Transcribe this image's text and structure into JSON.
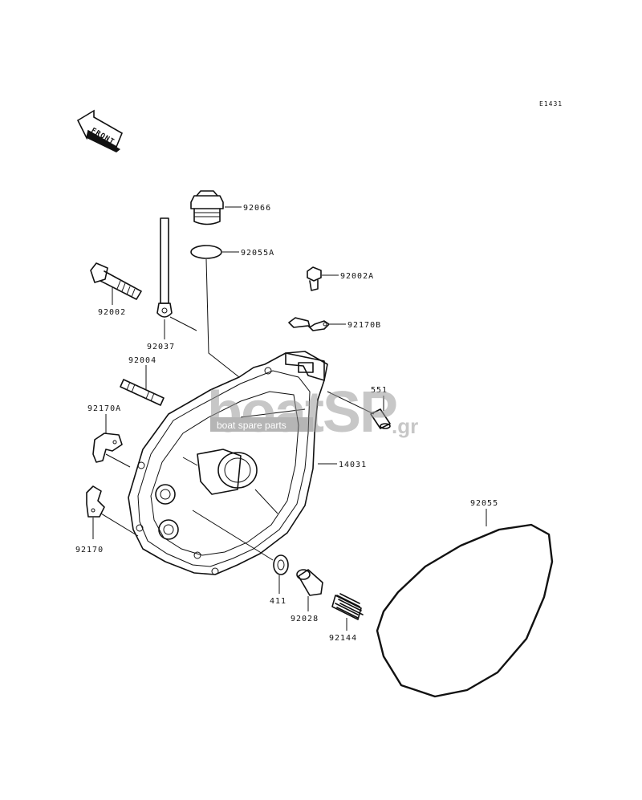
{
  "diagram": {
    "code": "E1431",
    "front_label": "FRONT",
    "watermark": {
      "brand": "boatSP",
      "suffix": ".gr",
      "tagline": "boat spare parts"
    }
  },
  "parts": [
    {
      "number": "92066"
    },
    {
      "number": "92055A"
    },
    {
      "number": "92002A"
    },
    {
      "number": "92002"
    },
    {
      "number": "92170B"
    },
    {
      "number": "92037"
    },
    {
      "number": "92004"
    },
    {
      "number": "551"
    },
    {
      "number": "92170A"
    },
    {
      "number": "14031"
    },
    {
      "number": "92055"
    },
    {
      "number": "92170"
    },
    {
      "number": "411"
    },
    {
      "number": "92028"
    },
    {
      "number": "92144"
    }
  ]
}
